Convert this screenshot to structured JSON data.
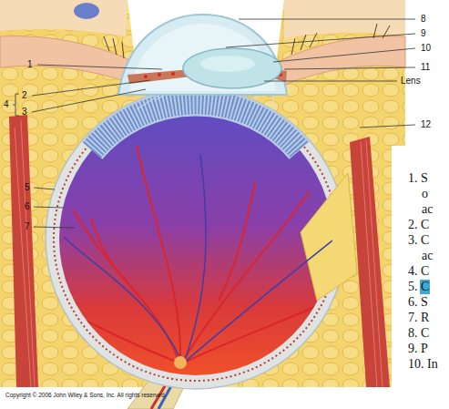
{
  "diagram": {
    "labels": [
      "8",
      "9",
      "10",
      "1",
      "11",
      "Lens",
      "2",
      "4",
      "3",
      "12",
      "5",
      "6",
      "7",
      "1. S",
      "o",
      "ac",
      "2. C",
      "3. C",
      "ac",
      "4. C",
      "5. C",
      "6. S",
      "7. R",
      "8. C",
      "9. P",
      "10. In",
      "Copyright © 2006 John Wiley & Sons, Inc. All rights reserved."
    ]
  }
}
